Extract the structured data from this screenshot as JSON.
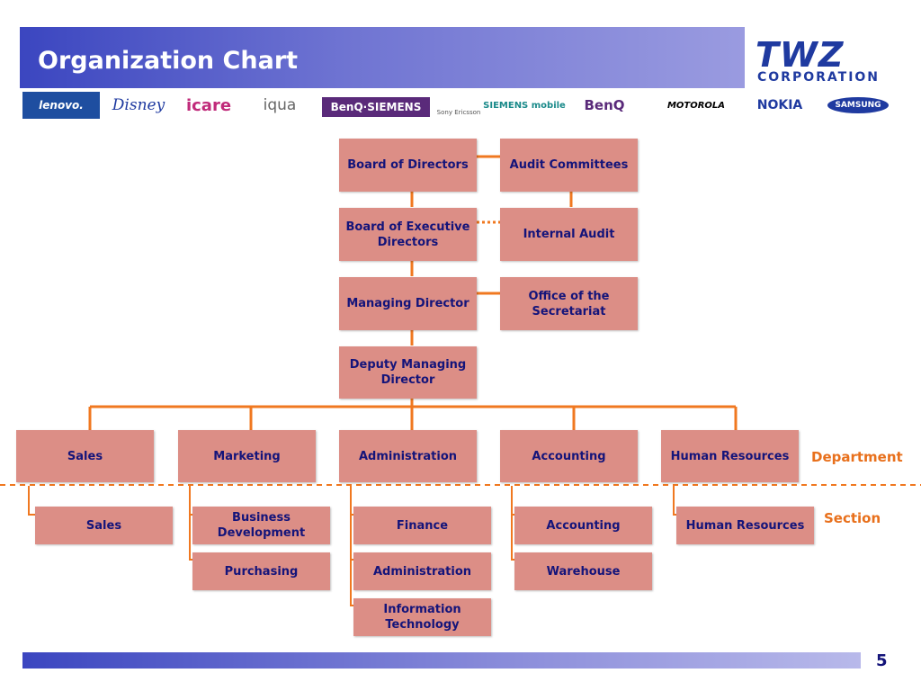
{
  "title": "Organization Chart",
  "corp_logo": {
    "mark": "TWZ",
    "sub": "CORPORATION"
  },
  "brands": [
    {
      "name": "lenovo-logo",
      "text": "lenovo.",
      "color": "#ffffff",
      "bg": "#1e4ea0"
    },
    {
      "name": "disney-logo",
      "text": "Disney",
      "color": "#1f3aa0",
      "bg": ""
    },
    {
      "name": "icare-logo",
      "text": "icare",
      "color": "#c02a7a",
      "bg": ""
    },
    {
      "name": "iqua-logo",
      "text": "iqua",
      "color": "#666666",
      "bg": ""
    },
    {
      "name": "benq-siemens-logo",
      "text": "BenQ·SIEMENS",
      "color": "#ffffff",
      "bg": "#5a2a7a"
    },
    {
      "name": "sony-ericsson-logo",
      "text": "Sony Ericsson",
      "color": "#555555",
      "bg": ""
    },
    {
      "name": "siemens-mobile-logo",
      "text": "SIEMENS mobile",
      "color": "#1a8a8a",
      "bg": ""
    },
    {
      "name": "benq-logo",
      "text": "BenQ",
      "color": "#5a2a7a",
      "bg": ""
    },
    {
      "name": "motorola-logo",
      "text": "MOTOROLA",
      "color": "#000000",
      "bg": ""
    },
    {
      "name": "nokia-logo",
      "text": "NOKIA",
      "color": "#1f3aa0",
      "bg": ""
    },
    {
      "name": "samsung-logo",
      "text": "SAMSUNG",
      "color": "#ffffff",
      "bg": "#1f3aa0"
    }
  ],
  "top": {
    "board_of_directors": "Board of Directors",
    "audit_committees": "Audit Committees",
    "board_of_executive_directors": "Board of Executive Directors",
    "internal_audit": "Internal Audit",
    "managing_director": "Managing Director",
    "office_of_secretariat": "Office of the Secretariat",
    "deputy_managing_director": "Deputy Managing Director"
  },
  "departments": [
    "Sales",
    "Marketing",
    "Administration",
    "Accounting",
    "Human Resources"
  ],
  "sections": {
    "sales": [
      "Sales"
    ],
    "marketing": [
      "Business Development",
      "Purchasing"
    ],
    "administration": [
      "Finance",
      "Administration",
      "Information Technology"
    ],
    "accounting": [
      "Accounting",
      "Warehouse"
    ],
    "human_resources": [
      "Human Resources"
    ]
  },
  "labels": {
    "department": "Department",
    "section": "Section"
  },
  "page_number": "5",
  "colors": {
    "box_fill": "#dc8e86",
    "box_text": "#14147a",
    "connector": "#f07820",
    "title_bar": "#3b46c0"
  }
}
